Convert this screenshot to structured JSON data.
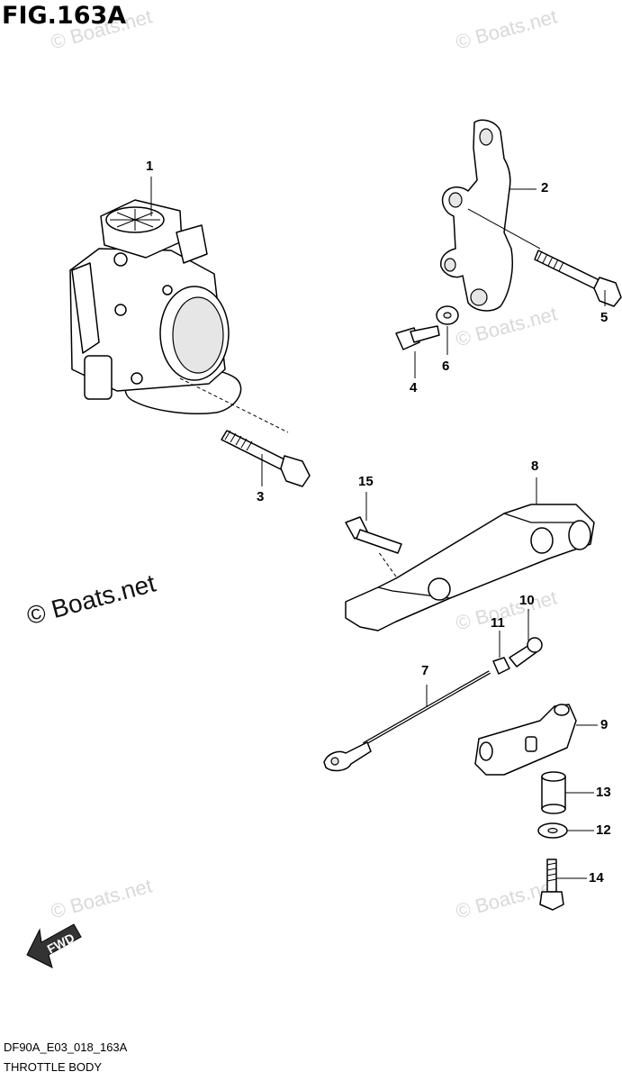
{
  "figure": {
    "title": "FIG.163A",
    "diagram_code": "DF90A_E03_018_163A",
    "caption": "THROTTLE BODY"
  },
  "watermark": {
    "text": "© Boats.net"
  },
  "callouts": [
    {
      "id": "1",
      "label": "1"
    },
    {
      "id": "2",
      "label": "2"
    },
    {
      "id": "3",
      "label": "3"
    },
    {
      "id": "4",
      "label": "4"
    },
    {
      "id": "5",
      "label": "5"
    },
    {
      "id": "6",
      "label": "6"
    },
    {
      "id": "7",
      "label": "7"
    },
    {
      "id": "8",
      "label": "8"
    },
    {
      "id": "9",
      "label": "9"
    },
    {
      "id": "10",
      "label": "10"
    },
    {
      "id": "11",
      "label": "11"
    },
    {
      "id": "12",
      "label": "12"
    },
    {
      "id": "13",
      "label": "13"
    },
    {
      "id": "14",
      "label": "14"
    },
    {
      "id": "15",
      "label": "15"
    }
  ],
  "fwd_arrow": {
    "label": "FWD"
  }
}
